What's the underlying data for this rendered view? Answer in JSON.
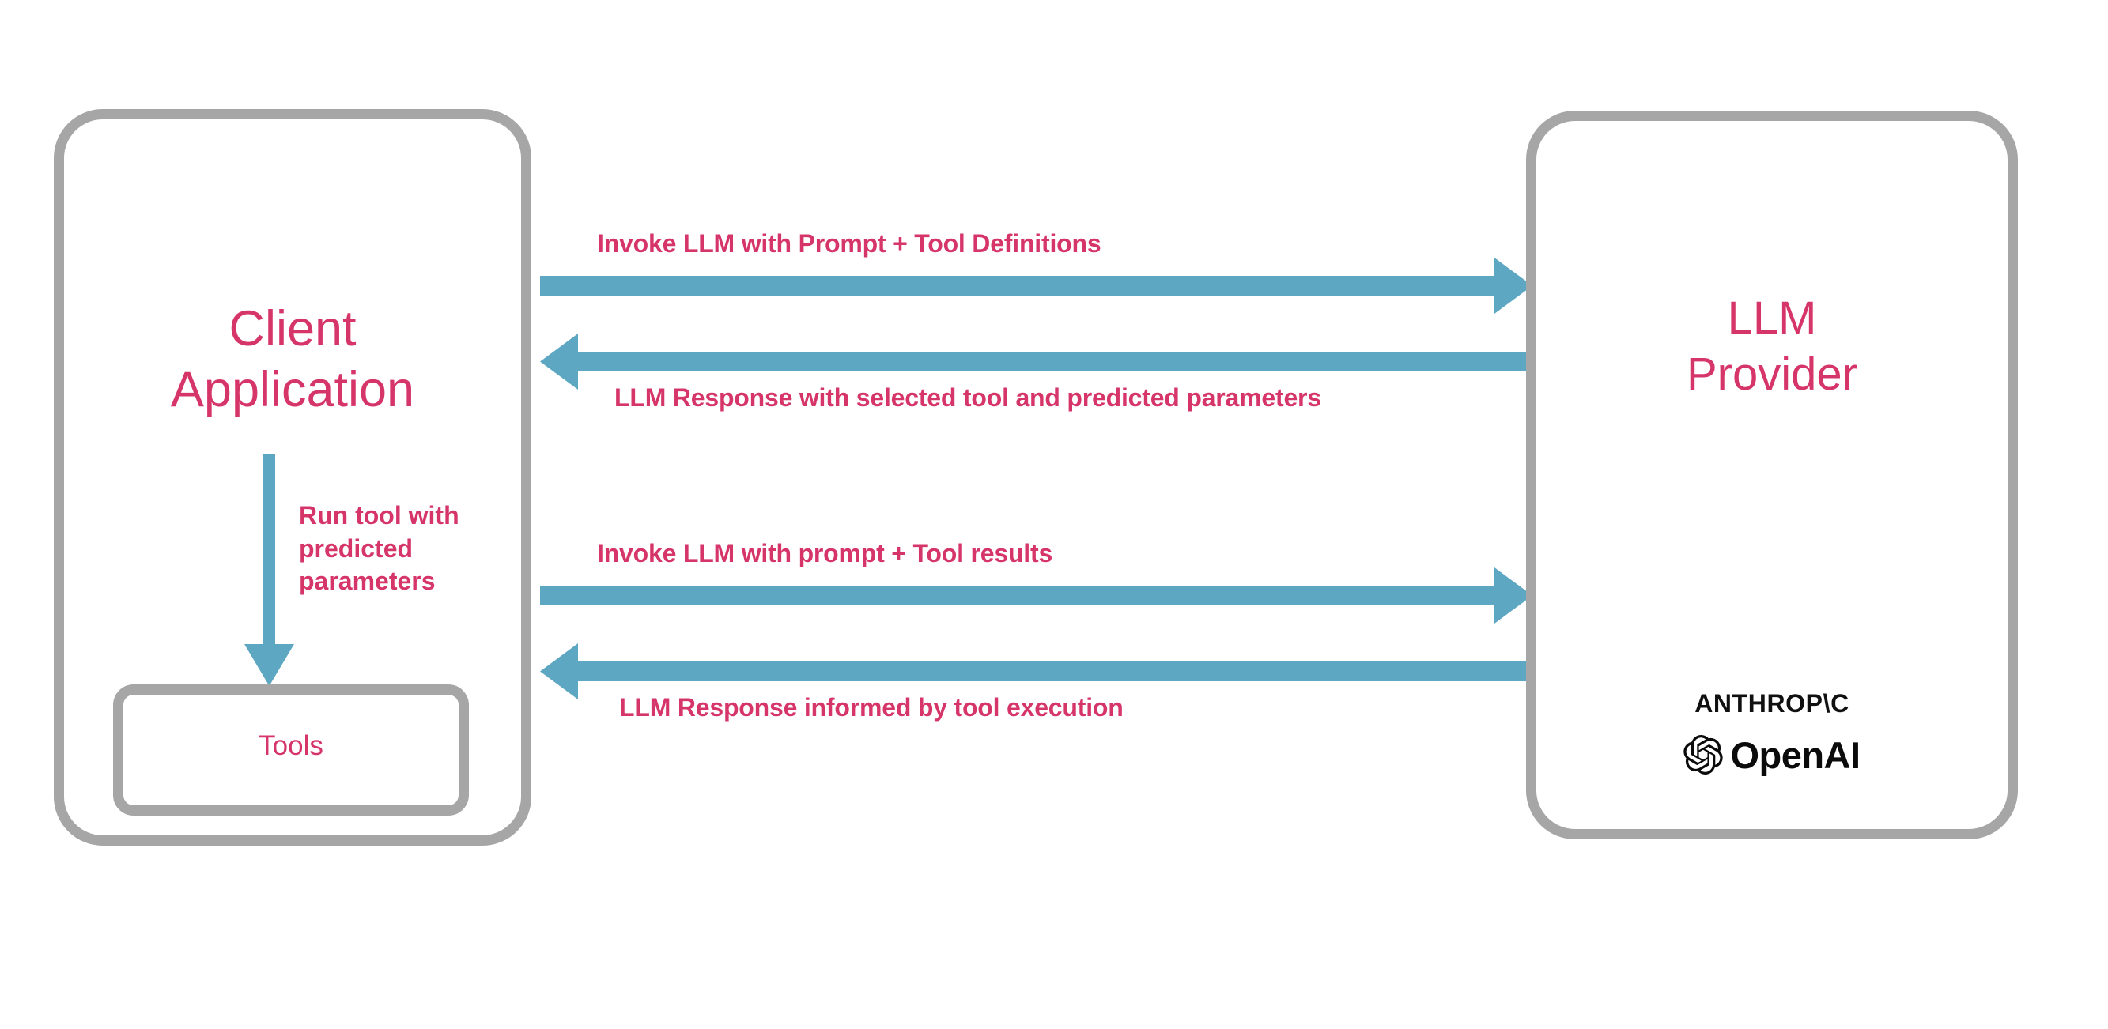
{
  "diagram": {
    "title": "LLM tool-calling interaction flow",
    "background_color": "#ffffff",
    "accent_arrow_color": "#5ea7c2",
    "accent_text_color": "#d6356a",
    "box_border_color": "#a6a6a6"
  },
  "client": {
    "title": "Client\nApplication",
    "tools_label": "Tools",
    "internal_arrow_label": "Run tool with\npredicted\nparameters"
  },
  "provider": {
    "title": "LLM\nProvider",
    "vendors": [
      {
        "name": "ANTHROP\\C",
        "icon": "anthropic-wordmark"
      },
      {
        "name": "OpenAI",
        "icon": "openai-logo-icon"
      }
    ]
  },
  "messages": [
    {
      "id": "invoke-1",
      "label": "Invoke LLM with Prompt + Tool Definitions",
      "direction": "client-to-provider"
    },
    {
      "id": "response-1",
      "label": "LLM Response with selected tool and predicted parameters",
      "direction": "provider-to-client"
    },
    {
      "id": "invoke-2",
      "label": "Invoke LLM with prompt + Tool results",
      "direction": "client-to-provider"
    },
    {
      "id": "response-2",
      "label": "LLM Response informed by tool execution",
      "direction": "provider-to-client"
    }
  ]
}
